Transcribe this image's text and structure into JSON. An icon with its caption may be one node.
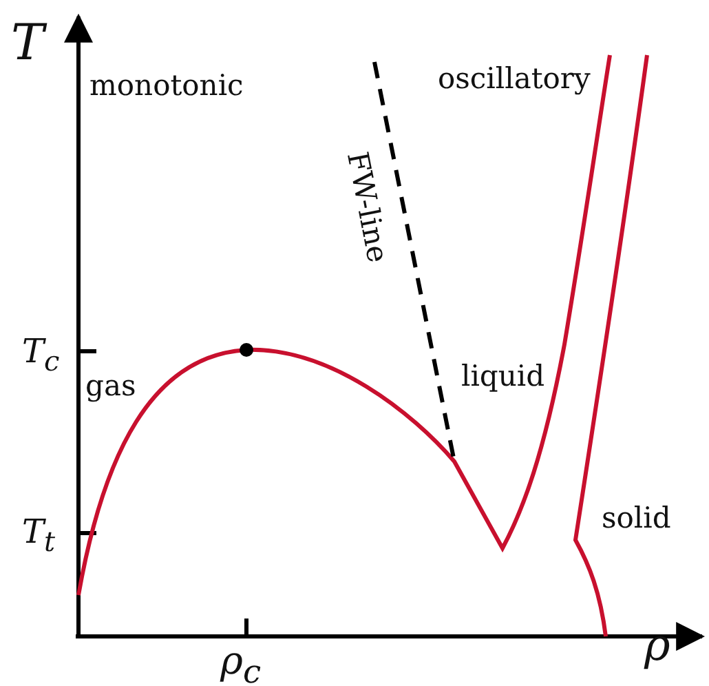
{
  "diagram": {
    "labels": [
      "T",
      "monotonic",
      "oscillatory",
      "FW-line",
      "T$_{c}$",
      "gas",
      "liquid",
      "T$_{t}$",
      "solid",
      "ρ$_{c}$",
      "ρ"
    ]
  }
}
